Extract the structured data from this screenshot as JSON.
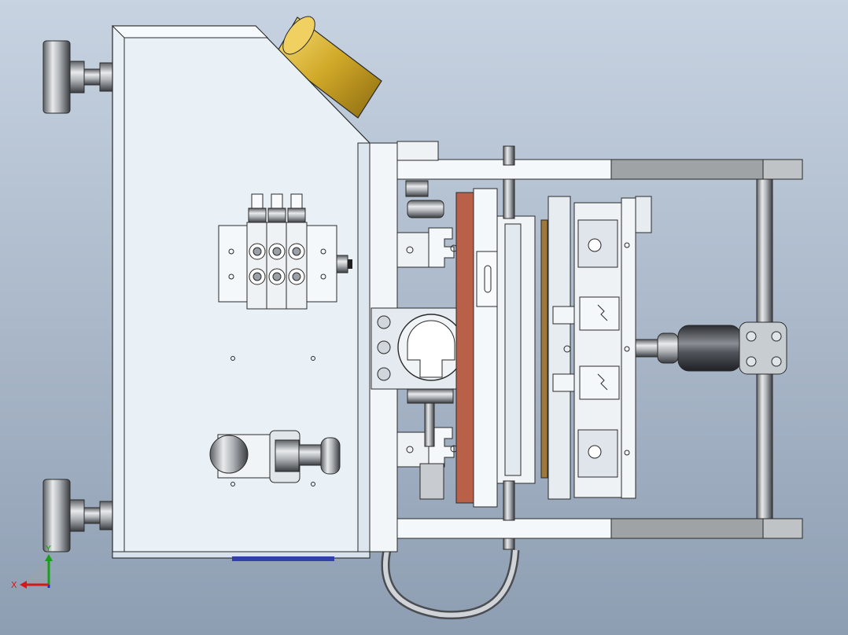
{
  "viewport": {
    "background_top": "#c7d3e1",
    "background_bottom": "#8e9eb2"
  },
  "triad": {
    "x_label": "X",
    "y_label": "Y",
    "x_color": "#d81818",
    "y_color": "#19a019",
    "z_color": "#1a2ec8"
  },
  "colors": {
    "panel": "#e9f1f6",
    "outline": "#2a2a2a",
    "brass": "#c8a020",
    "copper": "#b86048",
    "wood": "#a07838",
    "steel": "#a8abae",
    "dark_steel": "#606468"
  },
  "model": {
    "name": "machine-assembly-top-view"
  }
}
